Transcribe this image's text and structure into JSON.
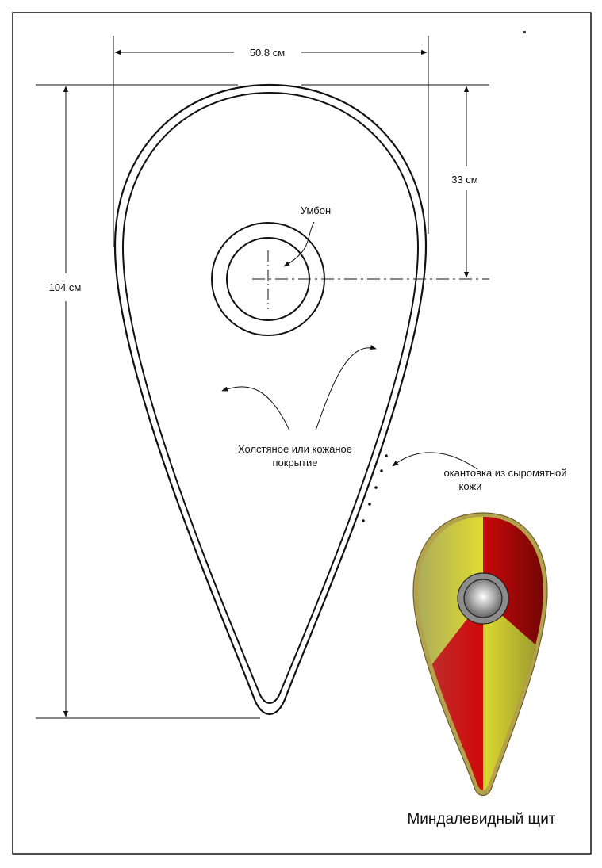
{
  "dimensions": {
    "width_label": "50.8 см",
    "height_label": "104 см",
    "boss_offset_label": "33 см"
  },
  "labels": {
    "boss": "Умбон",
    "covering_line1": "Холстяное или кожаное",
    "covering_line2": "покрытие",
    "edging_line1": "окантовка из сыромятной",
    "edging_line2": "кожи"
  },
  "title": "Миндалевидный щит",
  "colors": {
    "yellow": "#d4d23a",
    "red": "#c00a0a",
    "rim": "#a89a4a",
    "line": "#111111"
  }
}
